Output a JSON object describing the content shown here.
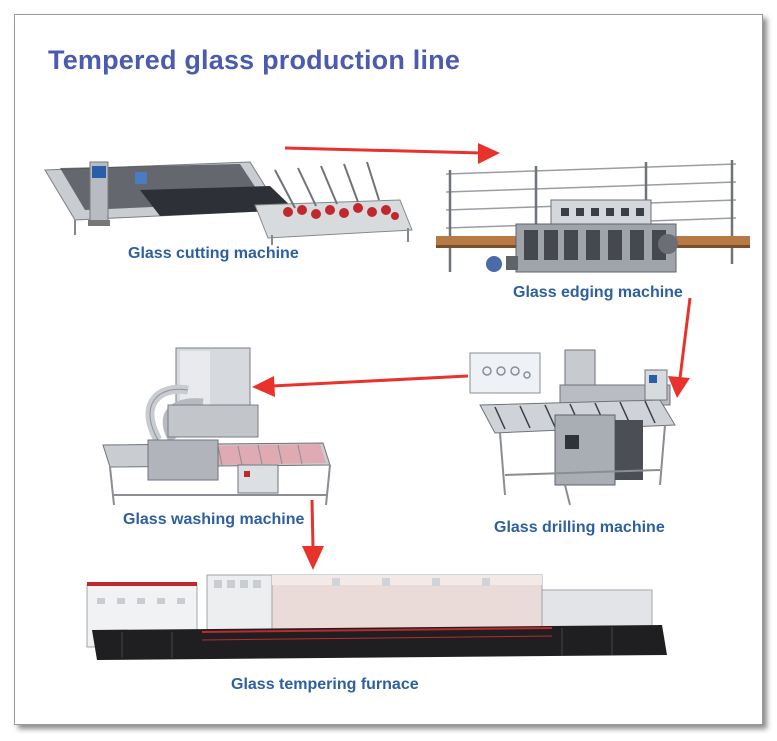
{
  "title": "Tempered glass production line",
  "colors": {
    "title": "#4a5bb0",
    "label": "#2e5f9f",
    "arrow": "#e8322c",
    "frame_shadow": "#000000"
  },
  "steps": [
    {
      "id": "cutting",
      "label": "Glass cutting machine"
    },
    {
      "id": "edging",
      "label": "Glass edging machine"
    },
    {
      "id": "drilling",
      "label": "Glass drilling machine"
    },
    {
      "id": "washing",
      "label": "Glass washing machine"
    },
    {
      "id": "tempering",
      "label": "Glass tempering furnace"
    }
  ],
  "flow": [
    "cutting",
    "edging",
    "drilling",
    "washing",
    "tempering"
  ]
}
